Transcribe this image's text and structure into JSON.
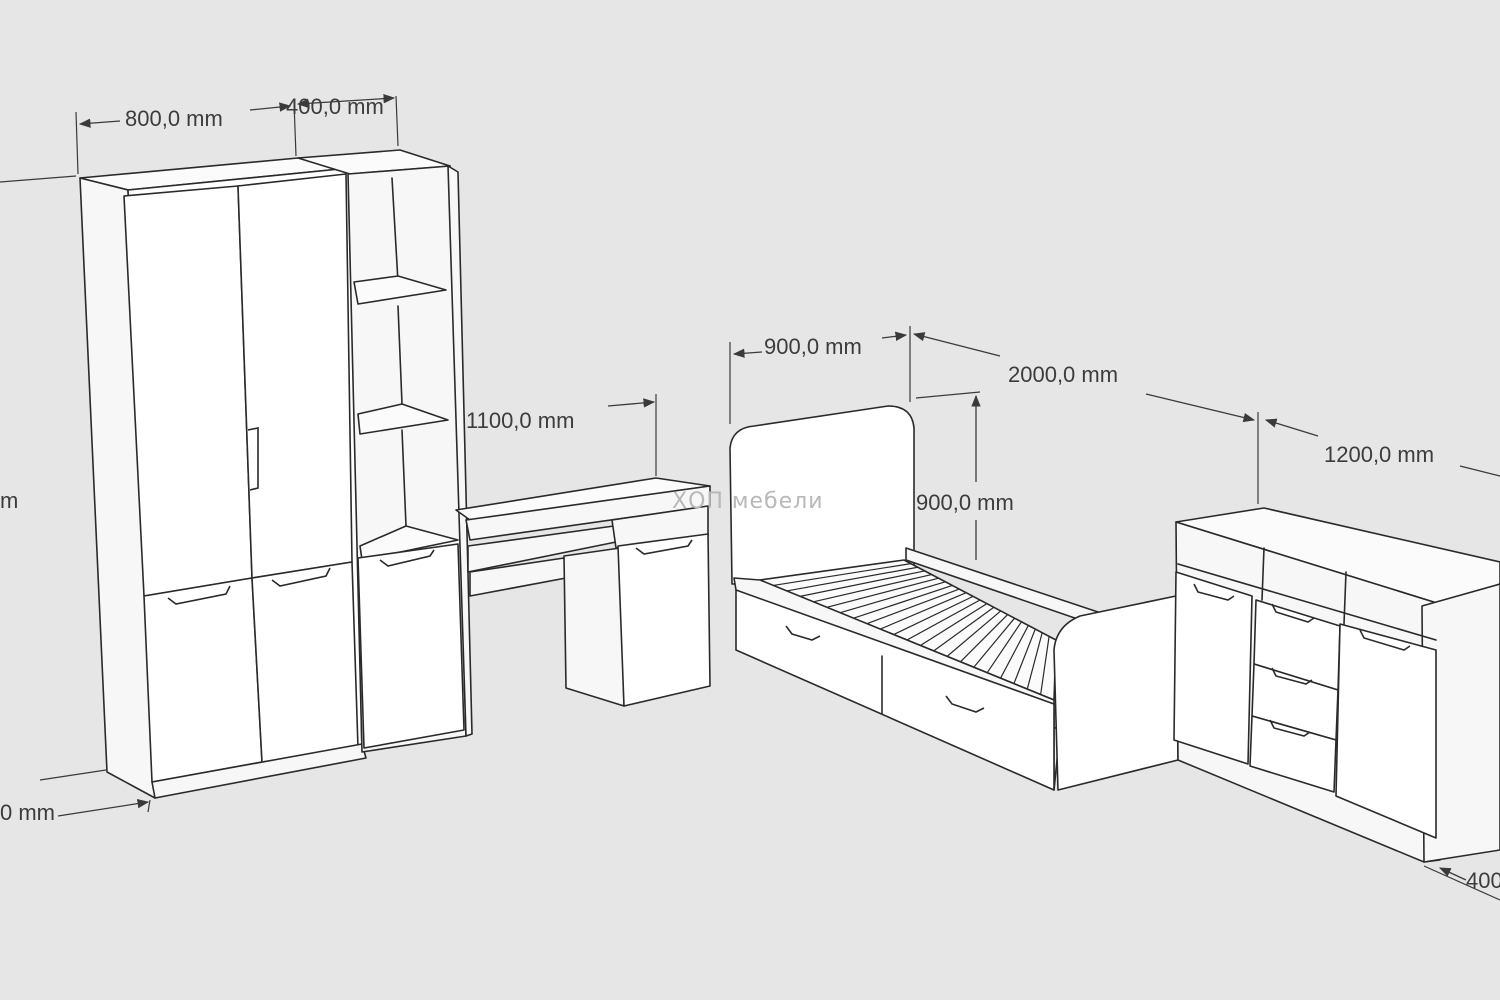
{
  "dimensions": {
    "wardrobe_left_height": "m",
    "wardrobe_left_depth": "0 mm",
    "wardrobe_width": "800,0 mm",
    "shelf_depth": "400,0 mm",
    "desk_width": "1100,0 mm",
    "bed_width": "900,0 mm",
    "bed_length": "2000,0 mm",
    "bed_height": "900,0 mm",
    "dresser_width": "1200,0 mm",
    "dresser_depth": "400"
  },
  "watermark": "ХОП мебели",
  "colors": {
    "background": "#e6e6e6",
    "line": "#2a2a2a",
    "panel": "#ffffff"
  }
}
